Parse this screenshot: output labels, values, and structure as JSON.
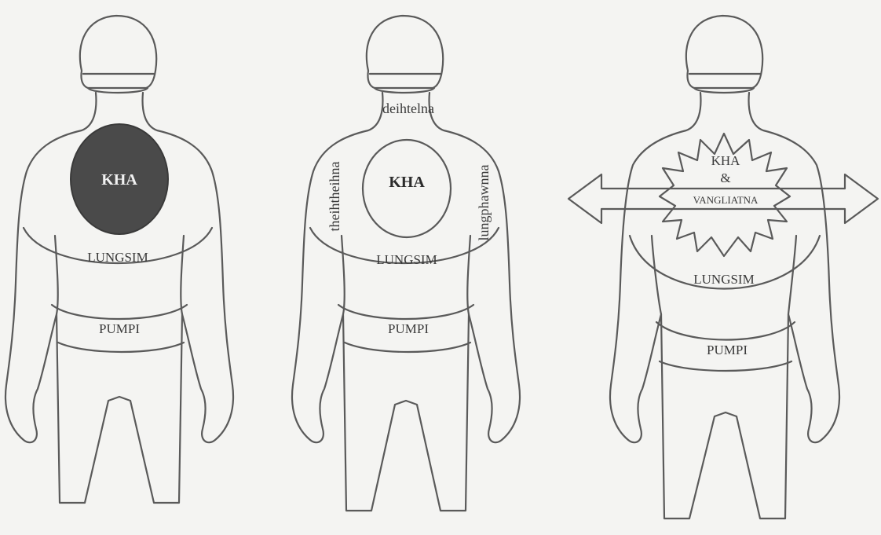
{
  "figures": [
    {
      "chest_label": "KHA",
      "middle_label": "LUNGSIM",
      "lower_label": "PUMPI"
    },
    {
      "neck_label": "deihtelna",
      "left_side_label": "theihtheihna",
      "right_side_label": "lungphawnna",
      "chest_label": "KHA",
      "middle_label": "LUNGSIM",
      "lower_label": "PUMPI"
    },
    {
      "chest_label_top": "KHA",
      "chest_label_amp": "&",
      "chest_label_bottom": "VANGLIATNA",
      "middle_label": "LUNGSIM",
      "lower_label": "PUMPI"
    }
  ],
  "colors": {
    "outline": "#5a5a5a",
    "filled_chest": "#4a4a4a",
    "background": "#f4f4f2"
  }
}
